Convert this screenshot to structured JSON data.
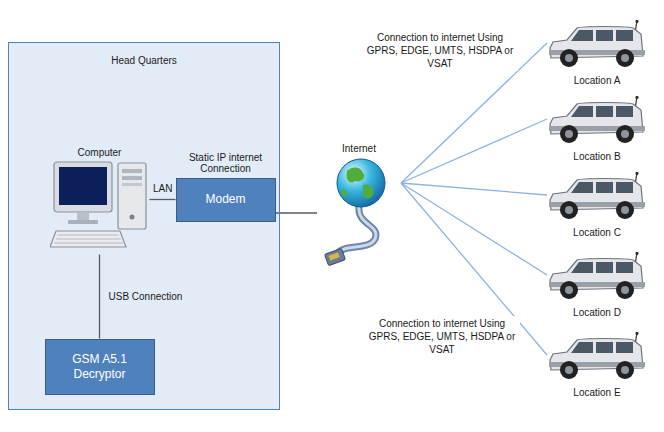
{
  "diagram": {
    "nodes": [
      {
        "text": [
          "Head Quarters"
        ]
      },
      {
        "text": [
          "Computer"
        ],
        "in": 0
      },
      {
        "text": [
          "Static IP internet Connection",
          "Modem"
        ],
        "in": 0
      },
      {
        "text": [
          "GSM A5.1 Decryptor"
        ],
        "in": 0
      },
      {
        "text": [
          "Internet"
        ]
      },
      {
        "text": [
          "Location A"
        ]
      },
      {
        "text": [
          "Location B"
        ]
      },
      {
        "text": [
          "Location C"
        ]
      },
      {
        "text": [
          "Location D"
        ]
      },
      {
        "text": [
          "Location E"
        ]
      }
    ],
    "edges": [
      {
        "from": 1,
        "to": 2,
        "label": "LAN",
        "arrow": "none"
      },
      {
        "from": 1,
        "to": 3,
        "label": "USB Connection",
        "arrow": "none"
      },
      {
        "from": 2,
        "to": 4,
        "arrow": "none"
      },
      {
        "from": 4,
        "to": 5,
        "arrow": "none"
      },
      {
        "from": 4,
        "to": 6,
        "arrow": "none"
      },
      {
        "from": 4,
        "to": 7,
        "arrow": "none"
      },
      {
        "from": 4,
        "to": 8,
        "arrow": "none"
      },
      {
        "from": 4,
        "to": 9,
        "arrow": "none"
      }
    ],
    "labels": [
      "Connection to internet Using GPRS, EDGE, UMTS, HSDPA or VSAT",
      "Connection to internet Using GPRS, EDGE, UMTS, HSDPA or VSAT"
    ]
  }
}
